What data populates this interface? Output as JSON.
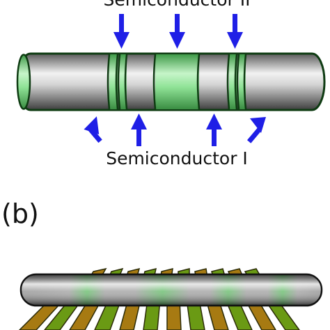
{
  "labels": {
    "top": "Semiconductor II",
    "bottom": "Semiconductor I",
    "panel_b": "(b)"
  },
  "colors": {
    "arrow": "#1f1fe6",
    "green_segment": "#7ddf86",
    "rod_outline": "#0e3b12",
    "strip_brown": "#a77a12",
    "strip_green": "#6a9a14"
  },
  "icons": [
    "arrow-down-icon",
    "arrow-up-icon"
  ]
}
